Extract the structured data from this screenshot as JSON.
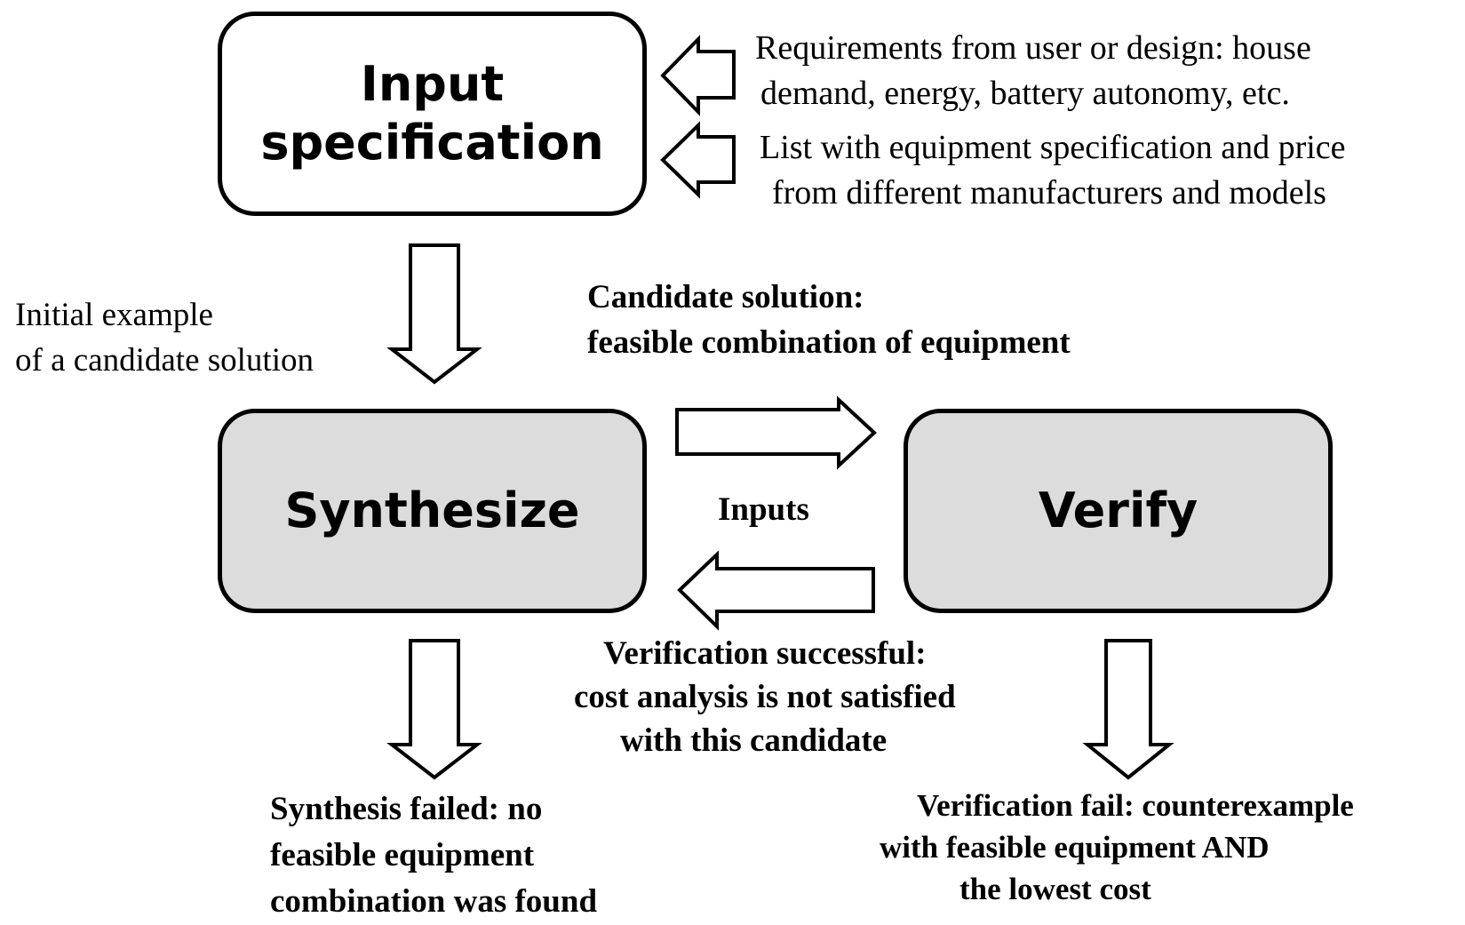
{
  "boxes": {
    "input": "Input\nspecification",
    "synthesize": "Synthesize",
    "verify": "Verify"
  },
  "notes": {
    "requirements": [
      "Requirements from user or design: house",
      "demand, energy, battery autonomy, etc."
    ],
    "equipment_list": [
      "List with equipment specification and price",
      "from different manufacturers and models"
    ],
    "initial_example": [
      "Initial example",
      "of a candidate solution"
    ],
    "candidate_solution": [
      "Candidate solution:",
      "feasible combination of equipment"
    ],
    "inputs": "Inputs",
    "verification_successful": [
      "Verification successful:",
      "cost analysis is not satisfied",
      "with this candidate"
    ],
    "synthesis_failed": [
      "Synthesis failed: no",
      "feasible equipment",
      "combination was found"
    ],
    "verification_fail": [
      "Verification fail: counterexample",
      "with feasible equipment AND",
      "the lowest cost"
    ]
  },
  "colors": {
    "box_fill_gray": "#dcdcdc",
    "stroke": "#000000"
  }
}
